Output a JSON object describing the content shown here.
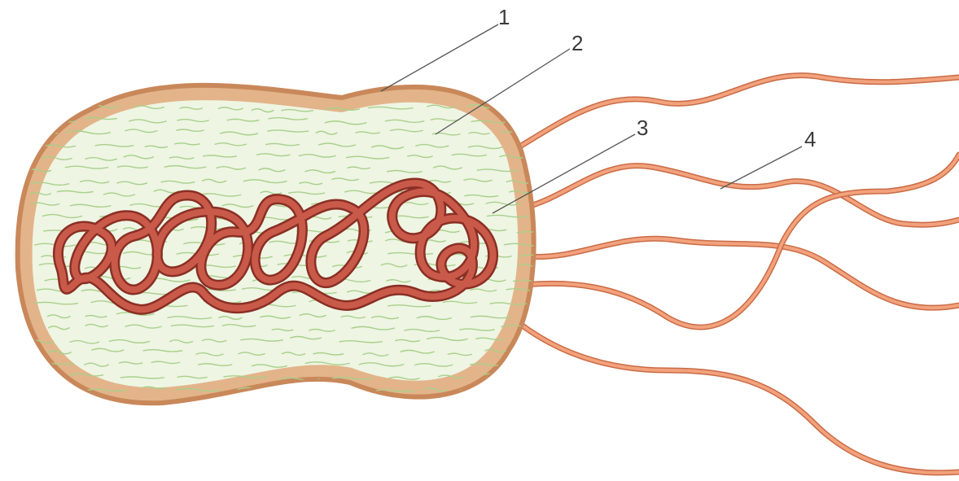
{
  "diagram": {
    "labels": [
      {
        "id": "1",
        "text": "1"
      },
      {
        "id": "2",
        "text": "2"
      },
      {
        "id": "3",
        "text": "3"
      },
      {
        "id": "4",
        "text": "4"
      }
    ]
  },
  "colors": {
    "background": "#ffffff",
    "cell_wall_outer": "#c9885a",
    "cell_wall_inner": "#e3b48a",
    "cytoplasm": "#eef5e3",
    "cytoplasm_texture": "#a9cf8a",
    "nucleoid_outline": "#8a2f24",
    "nucleoid_fill": "#c95a4a",
    "flagellum_outline": "#c96b45",
    "flagellum_fill": "#f2a27c",
    "leader_line": "#555555",
    "label_text": "#3a3a3a"
  }
}
